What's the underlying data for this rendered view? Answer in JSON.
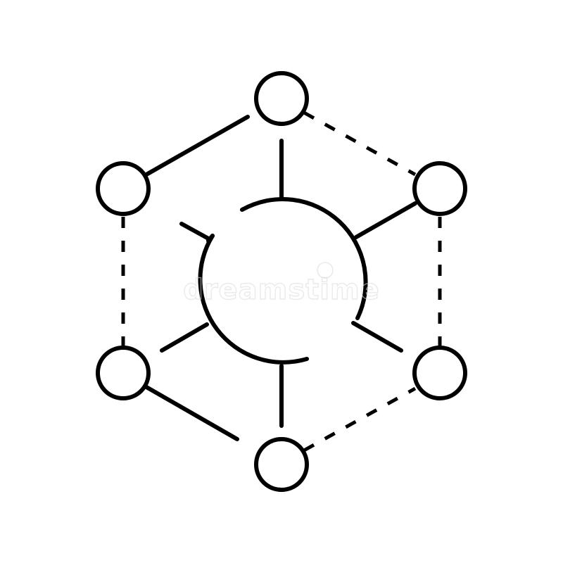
{
  "diagram": {
    "colors": {
      "stroke": "#000000",
      "background": "#ffffff",
      "watermark": "#d9d9d9"
    },
    "icon": "network-hub-icon",
    "nodes": [
      {
        "id": "top"
      },
      {
        "id": "upper-left"
      },
      {
        "id": "upper-right"
      },
      {
        "id": "lower-left"
      },
      {
        "id": "lower-right"
      },
      {
        "id": "bottom"
      }
    ],
    "solid_links": [
      {
        "from": "upper-left",
        "to": "top"
      },
      {
        "from": "lower-left",
        "to": "bottom"
      },
      {
        "from": "hub",
        "to": "top"
      },
      {
        "from": "hub",
        "to": "upper-right"
      },
      {
        "from": "hub",
        "to": "lower-left"
      },
      {
        "from": "hub",
        "to": "bottom"
      }
    ],
    "dashed_links": [
      {
        "from": "top",
        "to": "upper-right"
      },
      {
        "from": "upper-right",
        "to": "lower-right"
      },
      {
        "from": "lower-left",
        "to": "upper-left"
      },
      {
        "from": "bottom",
        "to": "lower-right"
      }
    ],
    "watermark": {
      "text": "dreamstime",
      "icon": "registered-mark-icon"
    }
  }
}
